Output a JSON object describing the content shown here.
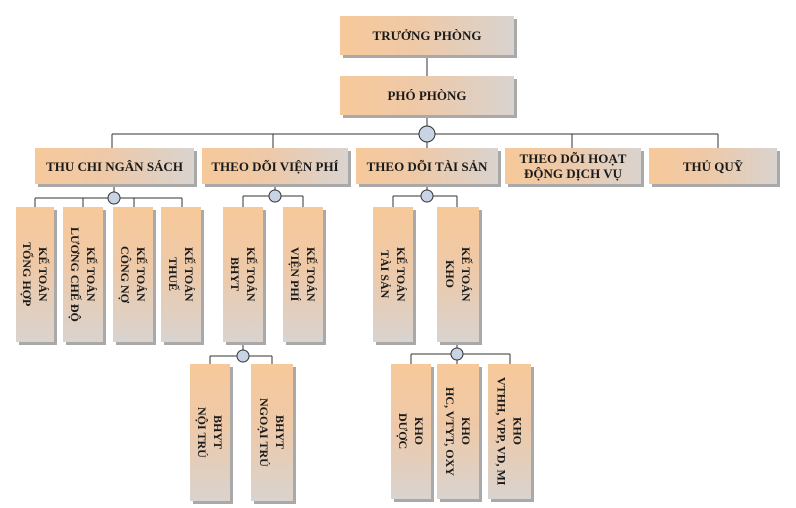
{
  "top": {
    "truong_phong": "TRƯỞNG PHÒNG",
    "pho_phong": "PHÓ PHÒNG"
  },
  "departments": {
    "thu_chi": "THU CHI NGÂN SÁCH",
    "vien_phi": "THEO DÕI VIỆN PHÍ",
    "tai_san": "THEO DÕI TÀI SẢN",
    "hoat_dong": "THEO DÕI HOẠT\nĐỘNG DỊCH VỤ",
    "thu_quy": "THỦ QUỸ"
  },
  "thu_chi_units": {
    "tong_hop": "KẾ TOÁN\nTỔNG HỢP",
    "luong": "KẾ TOÁN\nLƯƠNG CHẾ ĐỘ",
    "cong_no": "KẾ TOÁN\nCÔNG NỢ",
    "thue": "KẾ TOÁN\nTHUẾ"
  },
  "vien_phi_units": {
    "bhyt": "KẾ TOÁN\nBHYT",
    "vien_phi": "KẾ TOÁN\nVIỆN PHÍ"
  },
  "bhyt_units": {
    "noi_tru": "BHYT\nNỘI TRÚ",
    "ngoai_tru": "BHYT\nNGOẠI TRÚ"
  },
  "tai_san_units": {
    "tai_san": "KẾ TOÁN\nTÀI SẢN",
    "kho": "KẾ TOÁN\nKHO"
  },
  "kho_units": {
    "duoc": "KHO\nDƯỢC",
    "hc": "KHO\nHC, VTYT, OXY",
    "vthh": "KHO\nVTHH, VPP, VD, MI"
  }
}
